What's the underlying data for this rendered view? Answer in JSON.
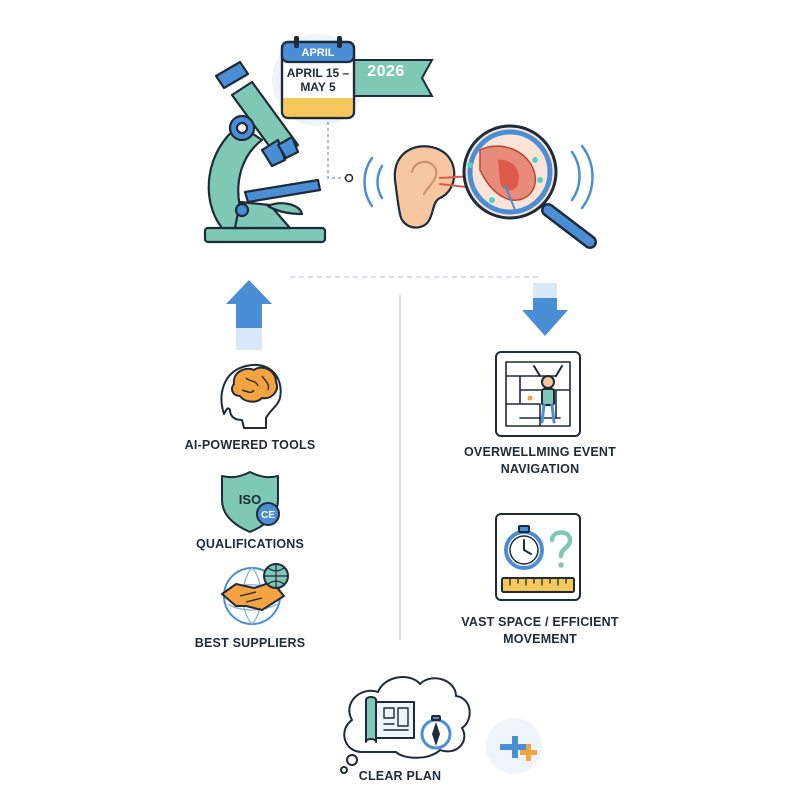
{
  "calendar": {
    "month": "APRIL",
    "dates_line1": "APRIL 15 –",
    "dates_line2": "MAY 5",
    "year": "2026"
  },
  "left_column": {
    "items": [
      {
        "label": "AI-POWERED TOOLS",
        "icon": "brain-head-icon"
      },
      {
        "label": "QUALIFICATIONS",
        "icon": "iso-ce-shield-icon"
      },
      {
        "label": "BEST SUPPLIERS",
        "icon": "handshake-globe-icon"
      }
    ]
  },
  "right_column": {
    "items": [
      {
        "label_line1": "OVERWELLMING EVENT",
        "label_line2": "NAVIGATION",
        "icon": "maze-person-icon"
      },
      {
        "label_line1": "VAST SPACE / EFFICIENT",
        "label_line2": "MOVEMENT",
        "icon": "stopwatch-ruler-icon"
      }
    ]
  },
  "bottom": {
    "label": "CLEAR PLAN",
    "icon": "thought-cloud-plan-icon"
  },
  "colors": {
    "teal": "#7ec8b5",
    "blue": "#4a8fd6",
    "dark": "#1e2b3a",
    "orange": "#f4a340",
    "skin": "#f6c7a0",
    "red": "#e05a4a"
  }
}
